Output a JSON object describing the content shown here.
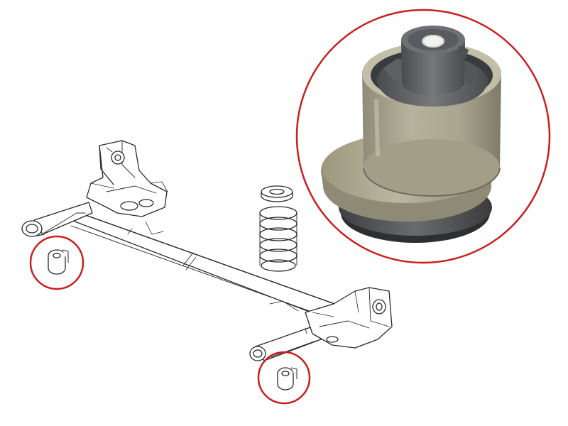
{
  "figure": {
    "parts": [
      "rear-axle-beam",
      "coil-spring",
      "bushing-left",
      "bushing-right",
      "bushing-closeup-photo"
    ],
    "colors": {
      "highlight_circle": "#c8201e",
      "line_drawing": "#2a2a2a",
      "bushing_metal": "#a9a58f",
      "bushing_rubber": "#5c5d5f",
      "background": "#ffffff"
    }
  }
}
